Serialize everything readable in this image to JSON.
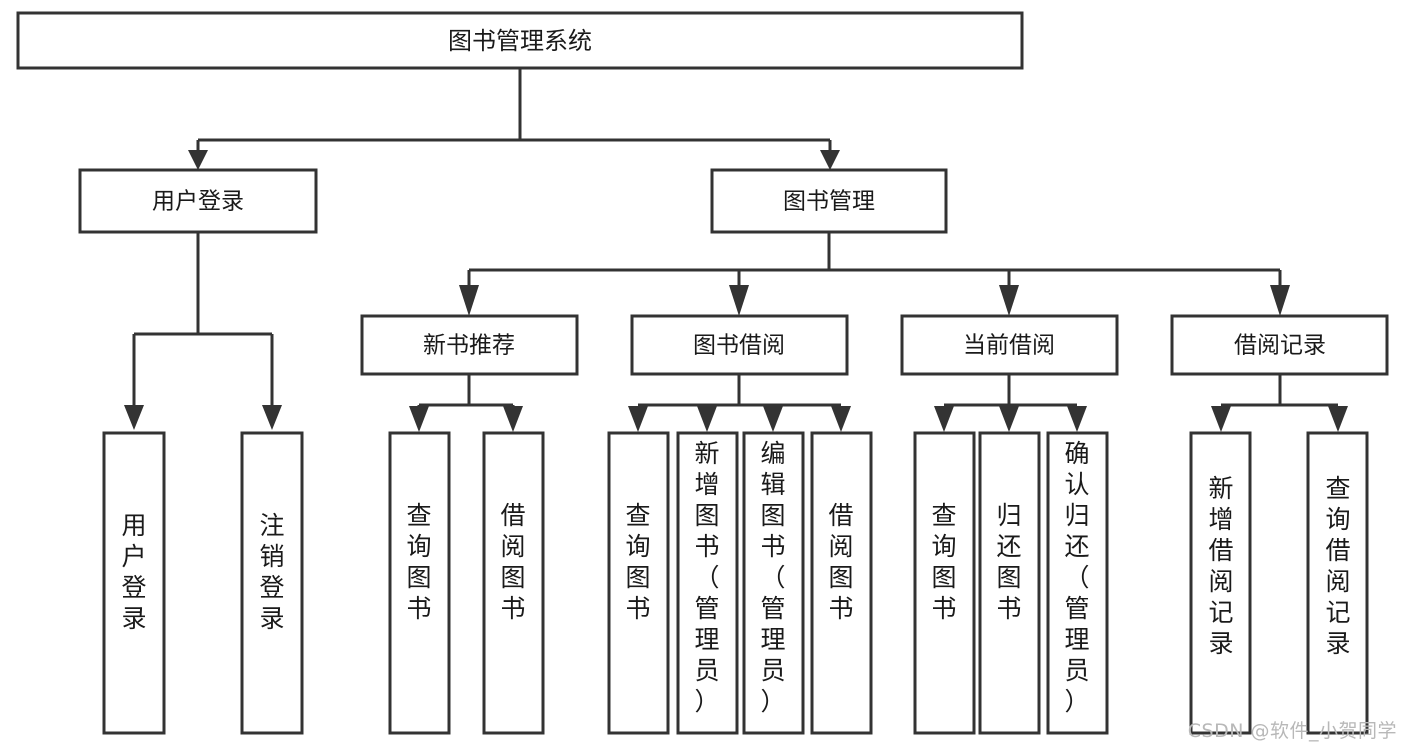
{
  "diagram": {
    "title": "图书管理系统",
    "type": "tree",
    "root": {
      "id": "root",
      "label": "图书管理系统"
    },
    "level2": [
      {
        "id": "user-login",
        "label": "用户登录"
      },
      {
        "id": "book-manage",
        "label": "图书管理"
      }
    ],
    "level3": [
      {
        "id": "new-book-rec",
        "label": "新书推荐"
      },
      {
        "id": "book-borrow",
        "label": "图书借阅"
      },
      {
        "id": "current-borrow",
        "label": "当前借阅"
      },
      {
        "id": "borrow-record",
        "label": "借阅记录"
      }
    ],
    "leaves": {
      "user_login": [
        {
          "id": "leaf-user-login",
          "label": "用户登录"
        },
        {
          "id": "leaf-logout-login",
          "label": "注销登录"
        }
      ],
      "new_book_rec": [
        {
          "id": "leaf-query-book-1",
          "label": "查询图书"
        },
        {
          "id": "leaf-borrow-book-1",
          "label": "借阅图书"
        }
      ],
      "book_borrow": [
        {
          "id": "leaf-query-book-2",
          "label": "查询图书"
        },
        {
          "id": "leaf-add-book",
          "label": "新增图书（管理员）"
        },
        {
          "id": "leaf-edit-book",
          "label": "编辑图书（管理员）"
        },
        {
          "id": "leaf-borrow-book-2",
          "label": "借阅图书"
        }
      ],
      "current_borrow": [
        {
          "id": "leaf-query-book-3",
          "label": "查询图书"
        },
        {
          "id": "leaf-return-book",
          "label": "归还图书"
        },
        {
          "id": "leaf-confirm-return",
          "label": "确认归还（管理员）"
        }
      ],
      "borrow_record": [
        {
          "id": "leaf-add-record",
          "label": "新增借阅记录"
        },
        {
          "id": "leaf-query-record",
          "label": "查询借阅记录"
        }
      ]
    },
    "colors": {
      "stroke": "#333333",
      "fill": "#ffffff",
      "text": "#1a1a1a",
      "watermark": "#b8b8b8"
    }
  },
  "watermark": {
    "text": "CSDN @软件_小贺同学"
  }
}
